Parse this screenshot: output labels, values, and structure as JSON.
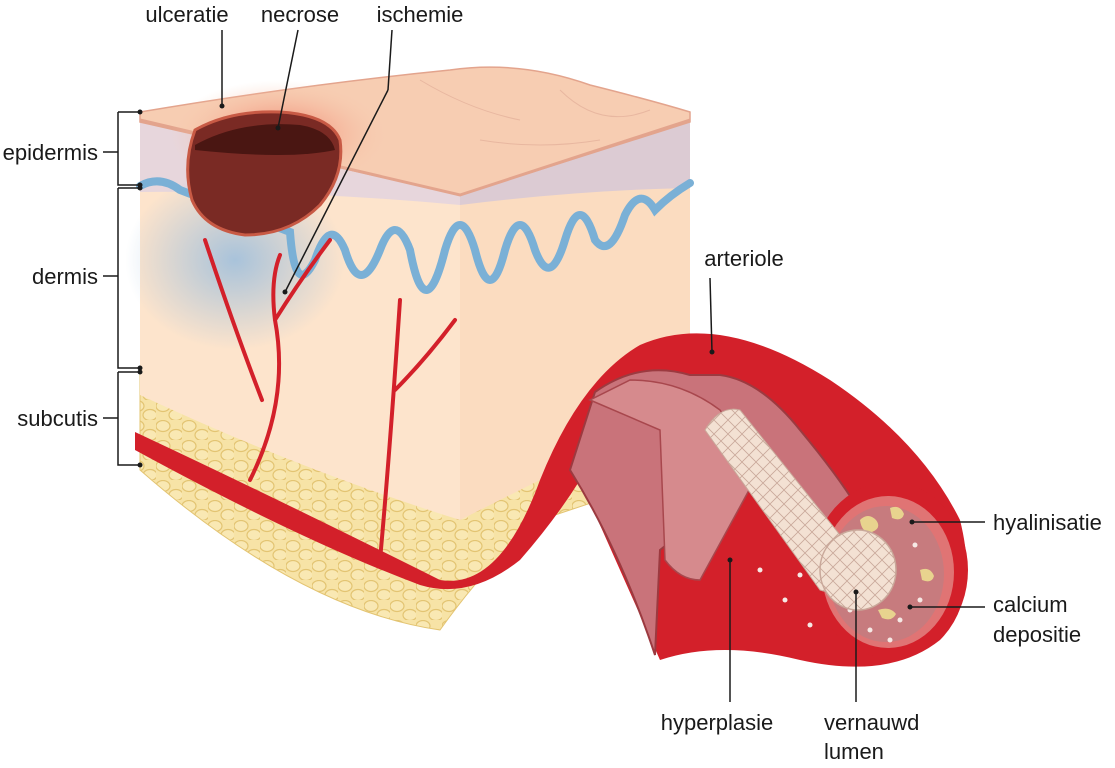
{
  "labels": {
    "ulceratie": "ulceratie",
    "necrose": "necrose",
    "ischemie": "ischemie",
    "epidermis": "epidermis",
    "dermis": "dermis",
    "subcutis": "subcutis",
    "arteriole": "arteriole",
    "hyalinisatie": "hyalinisatie",
    "calcium_line1": "calcium",
    "calcium_line2": "depositie",
    "hyperplasie": "hyperplasie",
    "lumen_line1": "vernauwd",
    "lumen_line2": "lumen"
  },
  "colors": {
    "skin_top": "#f7cdb2",
    "dermis": "#fde4cc",
    "epidermis_band": "#e7d6dc",
    "fat": "#f7e3a6",
    "artery_red": "#d3202a",
    "wall_pink": "#c9737a",
    "necrosis": "#7a2a24",
    "ischemia_blue": "#9fbfdc",
    "wavy_line": "#7ab0d6"
  }
}
